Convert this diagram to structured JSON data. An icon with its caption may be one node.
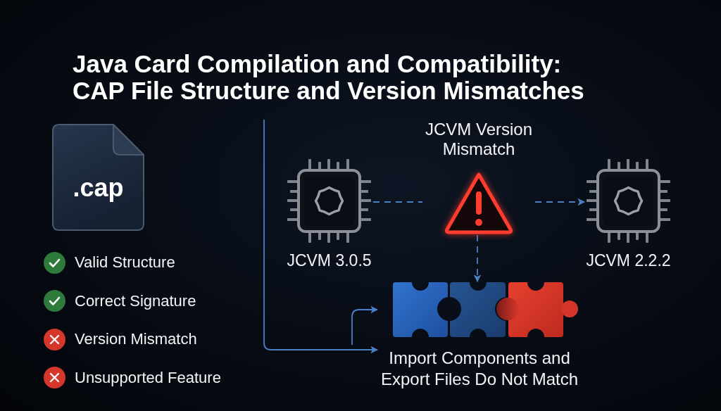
{
  "diagram": {
    "title": "Java Card Compilation and Compatibility: CAP File Structure and Version Mismatches",
    "nodes": [
      {
        "text": [
          ".cap"
        ]
      },
      {
        "text": [
          "JCVM 3.0.5"
        ]
      },
      {
        "text": [
          "JCVM Version Mismatch"
        ]
      },
      {
        "text": [
          "JCVM 2.2.2"
        ]
      },
      {
        "text": [
          "Import Components and Export Files Do Not Match"
        ]
      }
    ],
    "edges": [
      {
        "from": 1,
        "to": 2,
        "arrow": "none",
        "style": "dashed"
      },
      {
        "from": 2,
        "to": 3,
        "arrow": "to",
        "style": "dashed"
      },
      {
        "from": 2,
        "to": 4,
        "arrow": "to",
        "style": "dashed"
      },
      {
        "from": null,
        "to": 4,
        "arrow": "to"
      },
      {
        "from": null,
        "to": 4,
        "arrow": "to"
      }
    ],
    "labels": [
      "Valid Structure",
      "Correct Signature",
      "Version Mismatch",
      "Unsupported Feature"
    ]
  }
}
